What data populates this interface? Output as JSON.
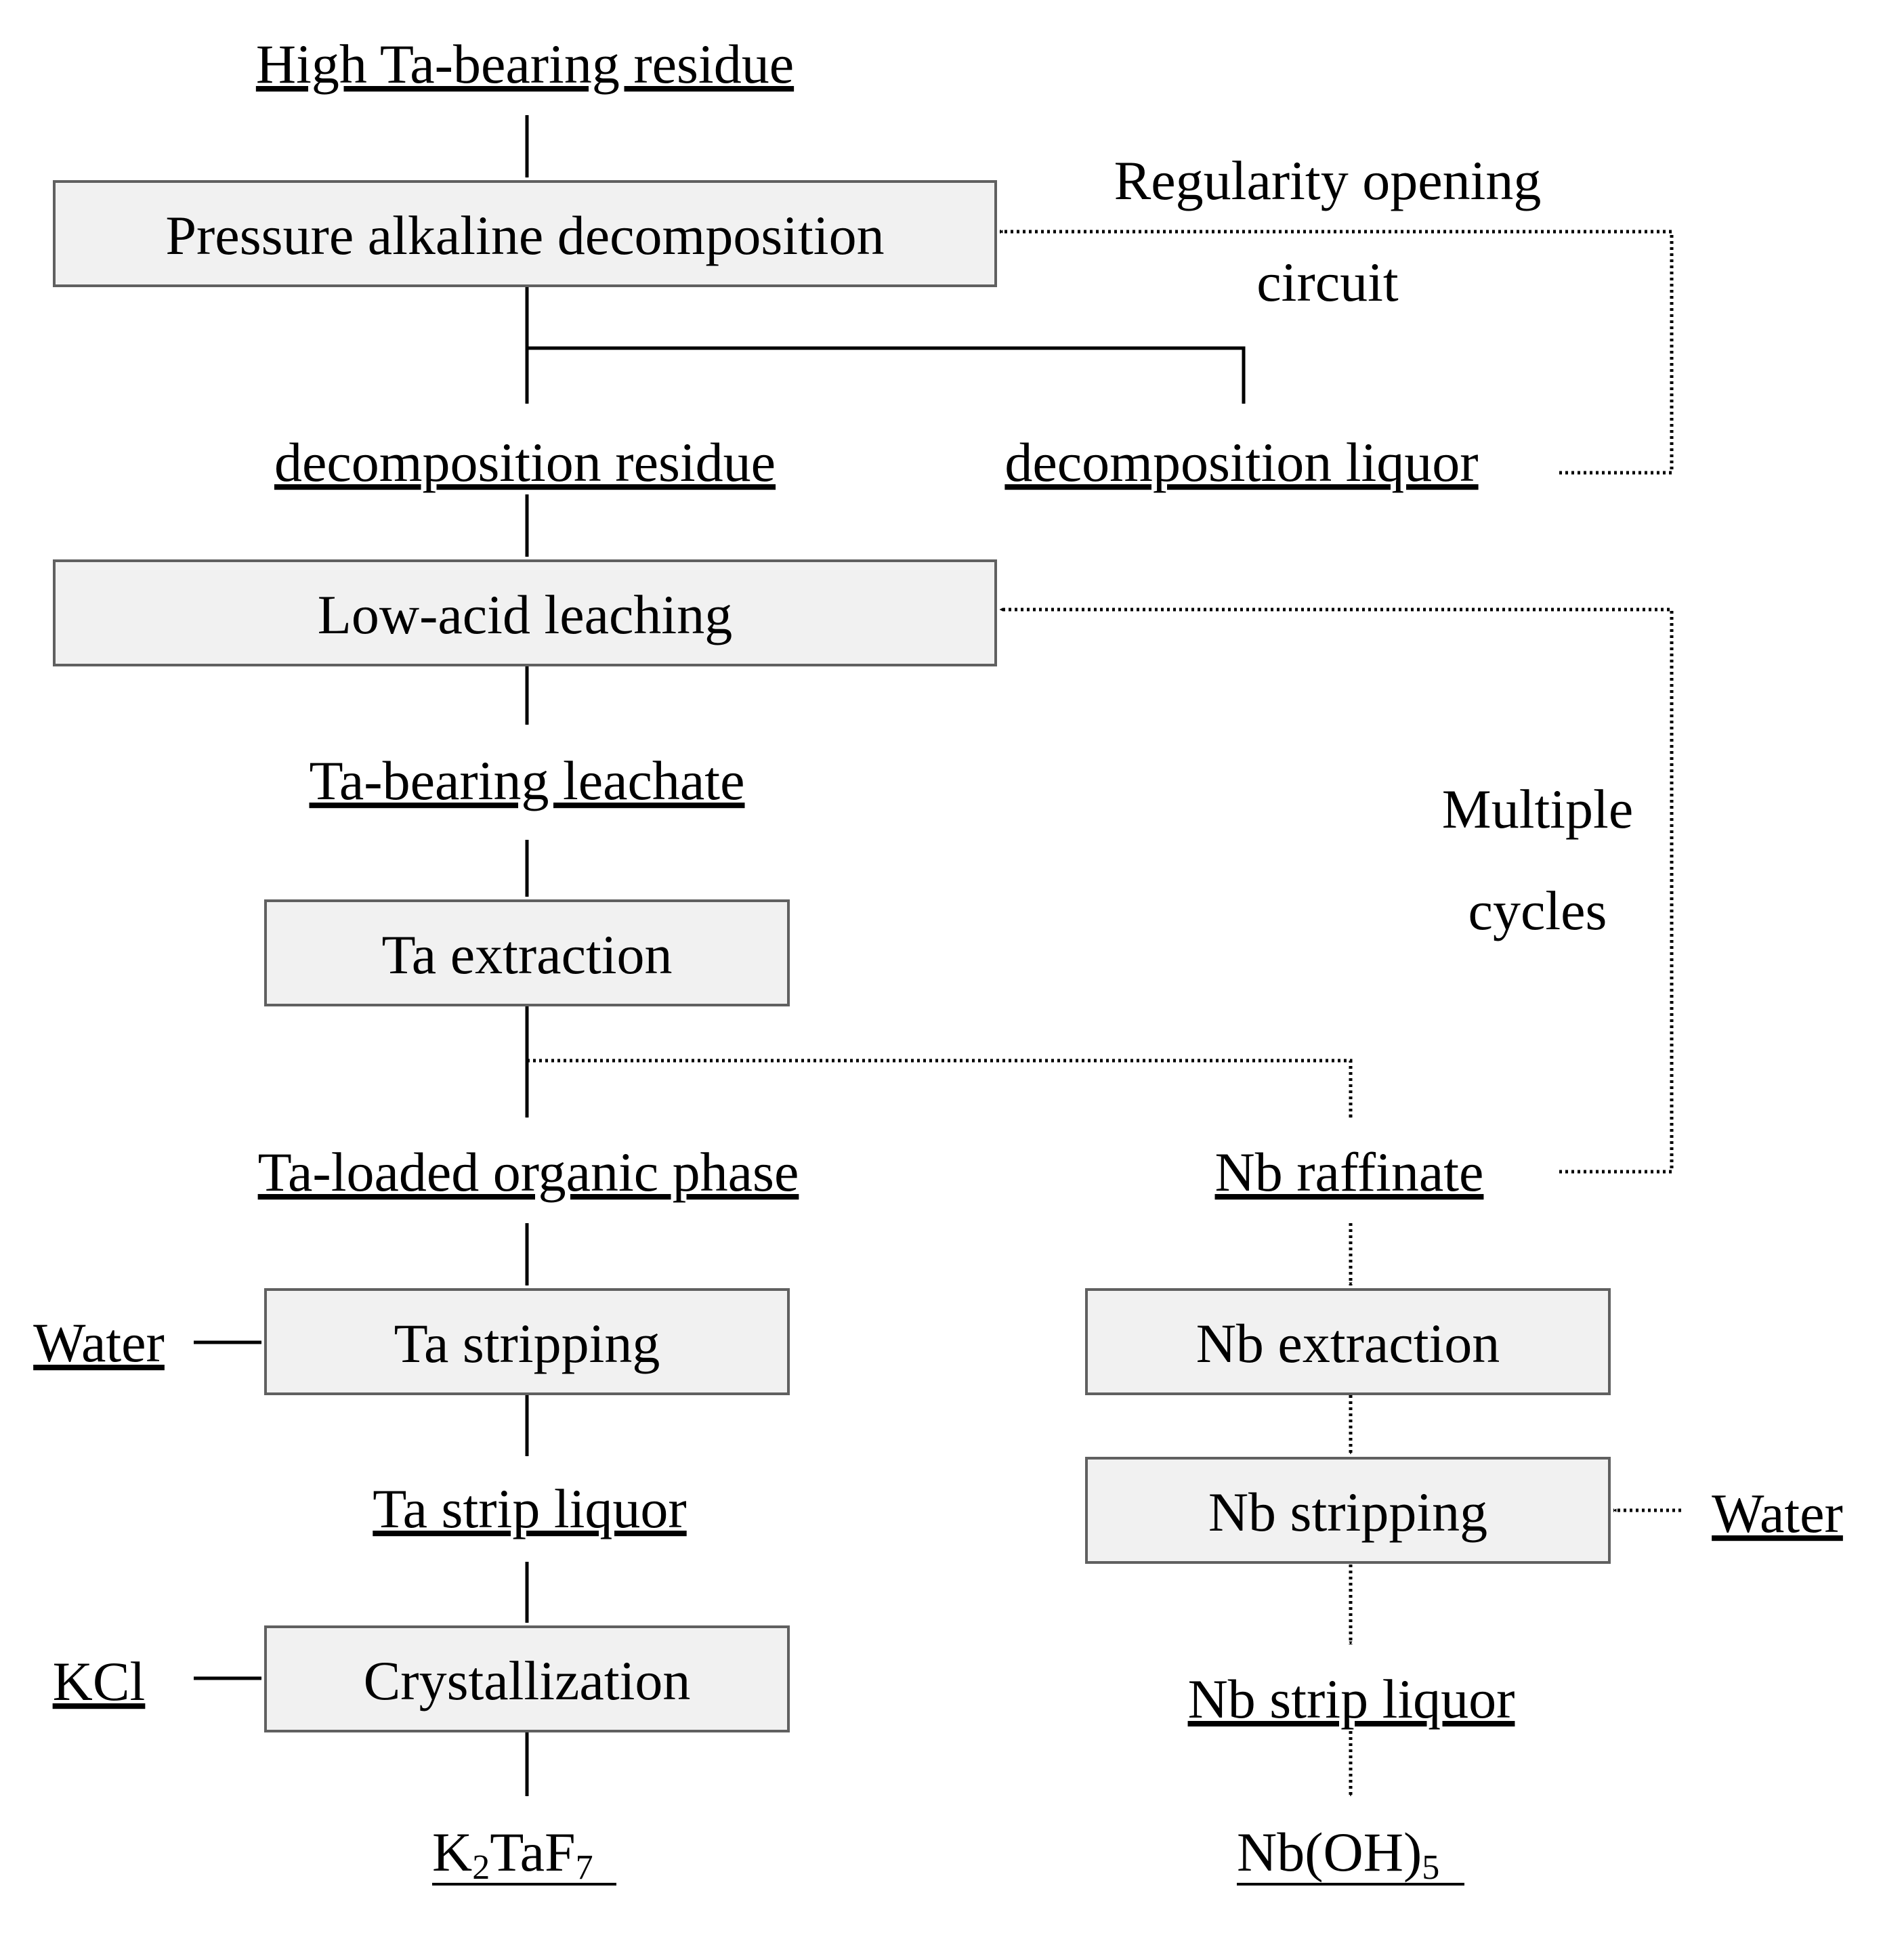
{
  "materials": {
    "feed": "High Ta-bearing residue",
    "decomp_residue": "decomposition residue",
    "decomp_liquor": "decomposition liquor",
    "ta_leachate": "Ta-bearing leachate",
    "ta_organic": "Ta-loaded organic phase",
    "nb_raffinate": "Nb raffinate",
    "water_ta": "Water",
    "ta_strip_liquor": "Ta strip liquor",
    "kcl": "KCl",
    "k2taf7": {
      "k": "K",
      "k_sub": "2",
      "ta": "TaF",
      "f_sub": "7"
    },
    "water_nb": "Water",
    "nb_strip_liquor": "Nb strip liquor",
    "nboh5": {
      "main": "Nb(OH)",
      "sub": "5"
    }
  },
  "processes": {
    "pressure_alkaline": "Pressure alkaline decomposition",
    "low_acid": "Low-acid leaching",
    "ta_extraction": "Ta extraction",
    "ta_stripping": "Ta stripping",
    "crystallization": "Crystallization",
    "nb_extraction": "Nb extraction",
    "nb_stripping": "Nb stripping"
  },
  "notes": {
    "regularity_line1": "Regularity opening",
    "regularity_line2": "circuit",
    "multiple_line1": "Multiple",
    "multiple_line2": "cycles"
  }
}
